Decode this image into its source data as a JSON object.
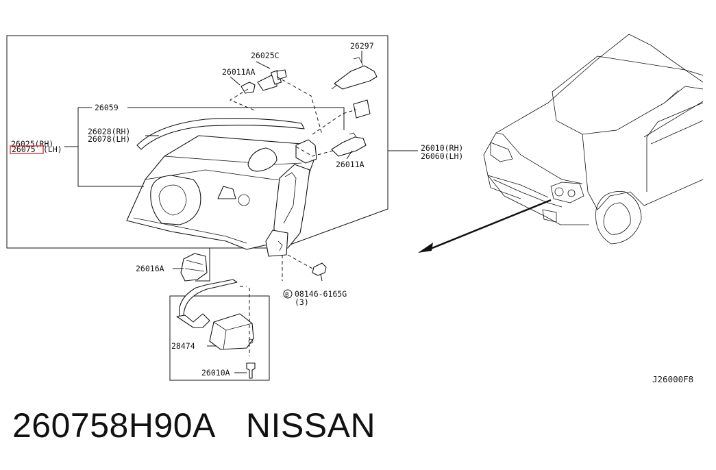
{
  "labels": {
    "p26025C": "26025C",
    "p26297": "26297",
    "p26011AA": "26011AA",
    "p26059": "26059",
    "p26025rh": "26025(RH)",
    "p26075lh_code": "26075",
    "p26075lh_side": "(LH)",
    "p26028rh": "26028(RH)",
    "p26078lh": "26078(LH)",
    "p26011A": "26011A",
    "p26010rh": "26010(RH)",
    "p26060lh": "26060(LH)",
    "p26016A": "26016A",
    "bolt_symbol": "B",
    "bolt_code": "08146-6165G",
    "bolt_qty": "(3)",
    "p28474": "28474",
    "p26010A": "26010A"
  },
  "diagram_code": "J26000F8",
  "footer": {
    "part_number": "260758H90A",
    "brand": "NISSAN"
  },
  "colors": {
    "highlight": "#e02020",
    "line": "#111111"
  }
}
